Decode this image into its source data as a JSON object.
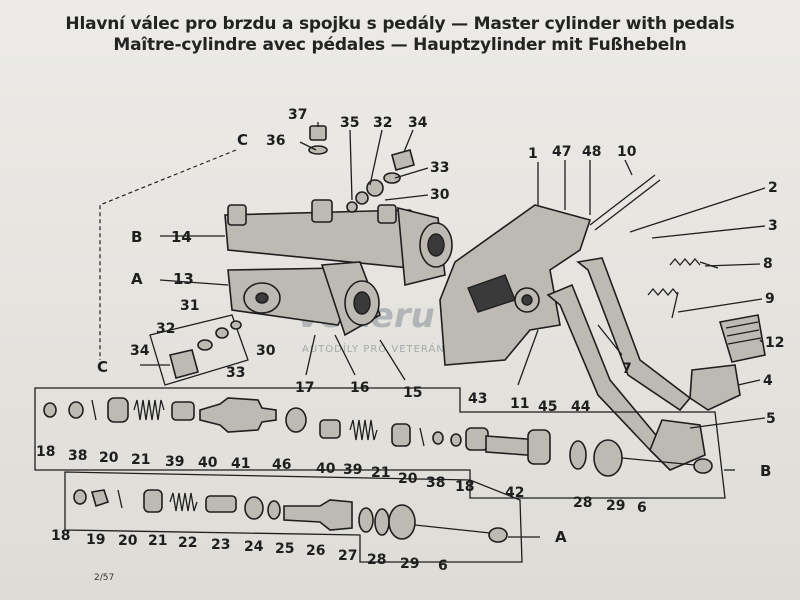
{
  "titles": {
    "line1": "Hlavní válec pro brzdu a spojku s pedály — Master cylinder with pedals",
    "line2": "Maître-cylindre avec pédales — Hauptzylinder mit Fußhebeln"
  },
  "watermark": {
    "brand": "Velteru",
    "tagline": "AUTODÍLY PRO VETERÁNY"
  },
  "callouts": {
    "upper": [
      "37",
      "36",
      "35",
      "32",
      "34",
      "33",
      "30",
      "1",
      "47",
      "48",
      "10",
      "2",
      "3",
      "8",
      "9",
      "12",
      "4",
      "5",
      "7",
      "11",
      "15",
      "16",
      "17",
      "31",
      "32",
      "30",
      "33",
      "34"
    ],
    "rows": {
      "row_b": [
        "18",
        "38",
        "20",
        "21",
        "39",
        "40",
        "41",
        "46",
        "40",
        "39",
        "21",
        "20",
        "38",
        "18",
        "43",
        "42",
        "45",
        "44",
        "28",
        "29",
        "6"
      ],
      "row_a": [
        "18",
        "19",
        "20",
        "21",
        "22",
        "23",
        "24",
        "25",
        "26",
        "27",
        "28",
        "29",
        "6"
      ]
    }
  },
  "assembly_labels": {
    "b_top": "B",
    "b_top_num": "14",
    "a_top": "A",
    "a_top_num": "13",
    "c_top": "C",
    "c_left": "C",
    "b_right": "B",
    "a_right": "A"
  },
  "corner_mark": "2/57"
}
